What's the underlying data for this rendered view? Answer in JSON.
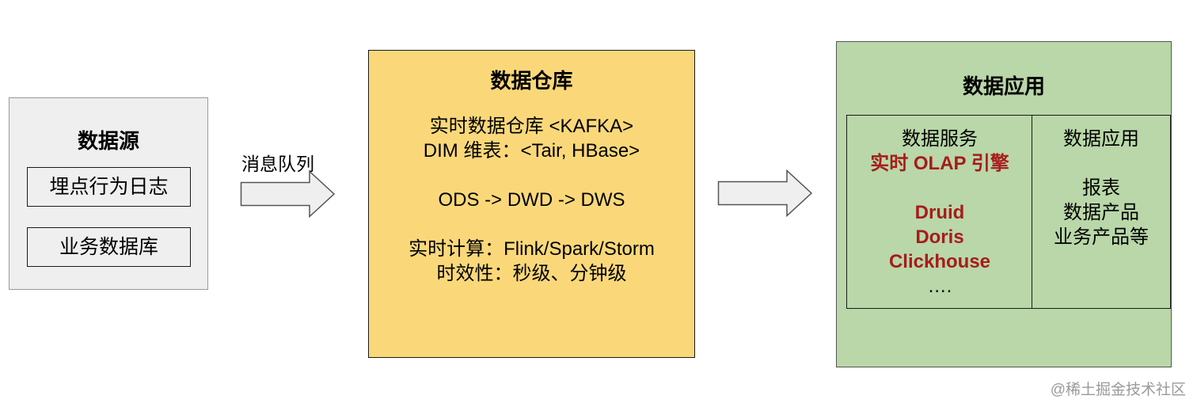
{
  "source": {
    "title": "数据源",
    "items": [
      "埋点行为日志",
      "业务数据库"
    ]
  },
  "arrow1_label": "消息队列",
  "warehouse": {
    "title": "数据仓库",
    "lines": [
      "实时数据仓库 <KAFKA>",
      "DIM 维表：<Tair, HBase>",
      "",
      "ODS -> DWD -> DWS",
      "",
      "实时计算：Flink/Spark/Storm",
      "时效性：秒级、分钟级"
    ]
  },
  "application": {
    "title": "数据应用",
    "service": {
      "title": "数据服务",
      "subtitle": "实时 OLAP 引擎",
      "engines": [
        "Druid",
        "Doris",
        "Clickhouse"
      ],
      "ellipsis": "…."
    },
    "usage": {
      "title": "数据应用",
      "items": [
        "报表",
        "数据产品",
        "业务产品等"
      ]
    }
  },
  "watermark": "@稀土掘金技术社区",
  "colors": {
    "source_bg": "#efefef",
    "warehouse_bg": "#fad87a",
    "application_bg": "#b9d7a8",
    "highlight_text": "#a61c1c"
  }
}
